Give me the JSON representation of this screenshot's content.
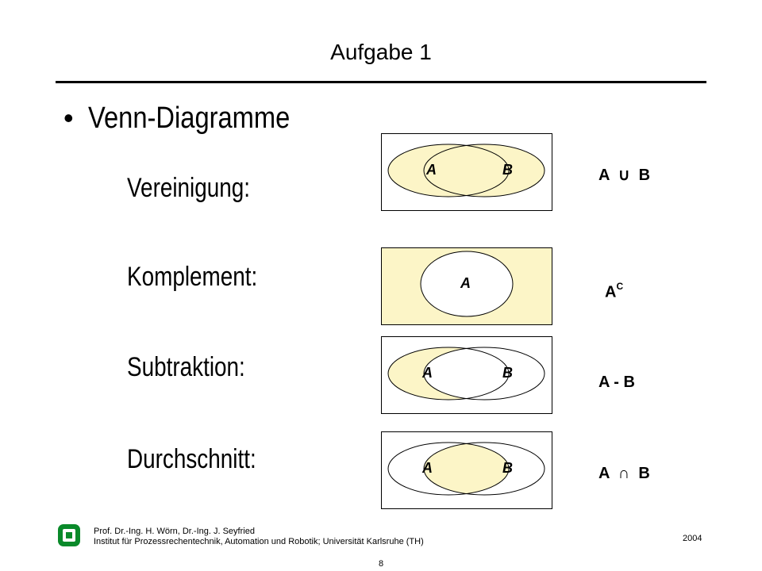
{
  "title": "Aufgabe 1",
  "bullet": "•",
  "heading": "Venn-Diagramme",
  "rows": [
    {
      "label": "Vereinigung:",
      "left_set": "A",
      "right_set": "B",
      "notation": "A  ∪  B"
    },
    {
      "label": "Komplement:",
      "set": "A",
      "notation_base": "A",
      "notation_sup": "C"
    },
    {
      "label": "Subtraktion:",
      "left_set": "A",
      "right_set": "B",
      "notation": "A - B"
    },
    {
      "label": "Durchschnitt:",
      "left_set": "A",
      "right_set": "B",
      "notation": "A  ∩  B"
    }
  ],
  "colors": {
    "highlight": "#fcf5c7",
    "outline": "#000000",
    "logo": "#0a8a2a"
  },
  "footer": {
    "line1": "Prof. Dr.-Ing. H. Wörn, Dr.-Ing. J. Seyfried",
    "line2": "Institut für Prozessrechentechnik, Automation und Robotik; Universität Karlsruhe (TH)",
    "year": "2004",
    "page": "8"
  }
}
